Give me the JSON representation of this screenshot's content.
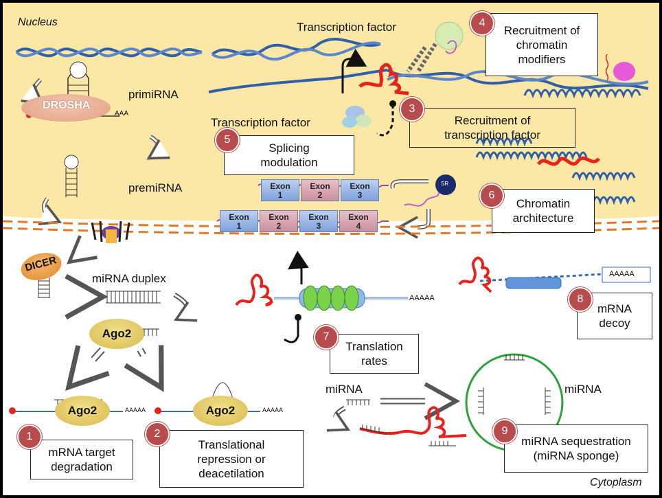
{
  "regions": {
    "nucleus": "Nucleus",
    "cytoplasm": "Cytoplasm"
  },
  "enzymes": {
    "drosha": "DROSHA",
    "dicer": "DICER",
    "ago2": "Ago2",
    "sr": "SR"
  },
  "labels": {
    "primirna": "primiRNA",
    "premirna": "premiRNA",
    "mirna_duplex": "miRNA duplex",
    "transcription_factor_top": "Transcription factor",
    "transcription_factor_mid": "Transcription factor",
    "mirna_left": "miRNA",
    "mirna_right": "miRNA",
    "poly_a_short": "AAA",
    "poly_a_long": "AAAAA"
  },
  "exons": {
    "row1": [
      {
        "name": "Exon",
        "num": "1"
      },
      {
        "name": "Exon",
        "num": "2"
      },
      {
        "name": "Exon",
        "num": "3"
      }
    ],
    "row2": [
      {
        "name": "Exon",
        "num": "1"
      },
      {
        "name": "Exon",
        "num": "2"
      },
      {
        "name": "Exon",
        "num": "3"
      },
      {
        "name": "Exon",
        "num": "4"
      }
    ]
  },
  "mechanisms": [
    {
      "num": "1",
      "line1": "mRNA target",
      "line2": "degradation"
    },
    {
      "num": "2",
      "line1": "Translational",
      "line2": "repression or",
      "line3": "deacetilation"
    },
    {
      "num": "3",
      "line1": "Recruitment of",
      "line2": "transcription factor"
    },
    {
      "num": "4",
      "line1": "Recruitment of",
      "line2": "chromatin",
      "line3": "modifiers"
    },
    {
      "num": "5",
      "line1": "Splicing",
      "line2": "modulation"
    },
    {
      "num": "6",
      "line1": "Chromatin",
      "line2": "architecture"
    },
    {
      "num": "7",
      "line1": "Translation",
      "line2": "rates"
    },
    {
      "num": "8",
      "line1": "mRNA",
      "line2": "decoy"
    },
    {
      "num": "9",
      "line1": "miRNA sequestration",
      "line2": "(miRNA sponge)"
    }
  ],
  "colors": {
    "nucleus": "#fbe7a6",
    "marker": "#b84b4b",
    "lncrna": "#e8231b",
    "dna": "#2f5fa8",
    "membrane": "#e07a2a",
    "sponge": "#2aa33a"
  }
}
